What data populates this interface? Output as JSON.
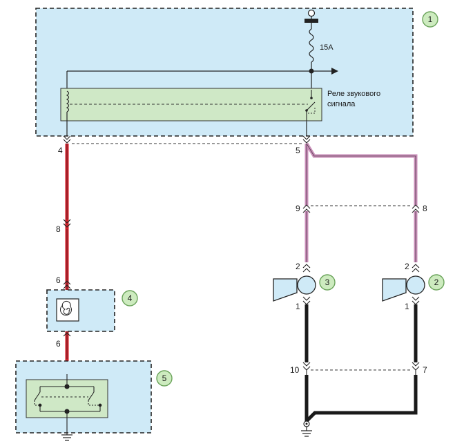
{
  "colors": {
    "block_fill": "#cfeaf7",
    "relay_fill": "#cfe8c6",
    "badge_fill": "#cdebbf",
    "badge_stroke": "#6aa35a",
    "wire_red": "#d0202a",
    "wire_pink": "#c98db8",
    "wire_black": "#1a1a1a",
    "dashed_border": "#222222"
  },
  "components": {
    "unit1": {
      "badge": "1"
    },
    "horn3": {
      "badge": "3"
    },
    "horn2": {
      "badge": "2"
    },
    "clockspring": {
      "badge": "4"
    },
    "switch": {
      "badge": "5"
    }
  },
  "labels": {
    "fuse": "15A",
    "relay_line1": "Реле звукового",
    "relay_line2": "сигнала"
  },
  "pins": {
    "relay_left": "4",
    "relay_right": "5",
    "conn_left": "8",
    "conn_mid_left": "9",
    "conn_mid_right": "8",
    "clock_top": "6",
    "clock_bottom": "6",
    "horn3_top": "2",
    "horn3_bottom": "1",
    "horn2_top": "2",
    "horn2_bottom": "1",
    "gnd_left": "10",
    "gnd_right": "7"
  }
}
